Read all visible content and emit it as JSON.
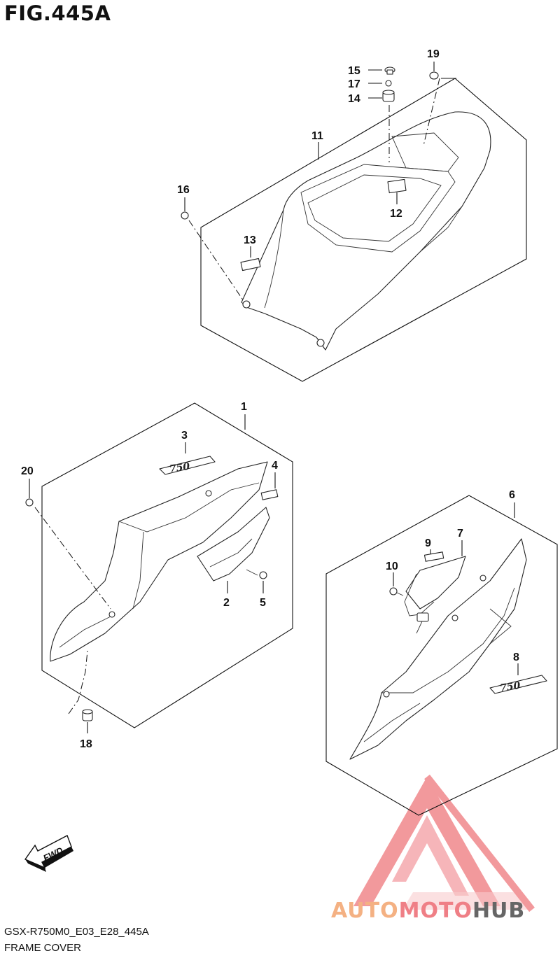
{
  "figure": {
    "title": "FIG.445A"
  },
  "footer": {
    "code": "GSX-R750M0_E03_E28_445A",
    "name": "FRAME COVER"
  },
  "fwd_label": "FWD",
  "emblem_text": "750",
  "watermark": {
    "part1": "AUTO",
    "part2": "MOTO",
    "part3": "HUB"
  },
  "colors": {
    "watermark_red": "#e8464d",
    "watermark_orange": "#f4b183",
    "line": "#111111"
  },
  "parts": [
    {
      "id": "1",
      "label": "1"
    },
    {
      "id": "2",
      "label": "2"
    },
    {
      "id": "3",
      "label": "3"
    },
    {
      "id": "4",
      "label": "4"
    },
    {
      "id": "5",
      "label": "5"
    },
    {
      "id": "6",
      "label": "6"
    },
    {
      "id": "7",
      "label": "7"
    },
    {
      "id": "8",
      "label": "8"
    },
    {
      "id": "9",
      "label": "9"
    },
    {
      "id": "10",
      "label": "10"
    },
    {
      "id": "11",
      "label": "11"
    },
    {
      "id": "12",
      "label": "12"
    },
    {
      "id": "13",
      "label": "13"
    },
    {
      "id": "14",
      "label": "14"
    },
    {
      "id": "15",
      "label": "15"
    },
    {
      "id": "16",
      "label": "16"
    },
    {
      "id": "17",
      "label": "17"
    },
    {
      "id": "18",
      "label": "18"
    },
    {
      "id": "19",
      "label": "19"
    },
    {
      "id": "20",
      "label": "20"
    }
  ]
}
